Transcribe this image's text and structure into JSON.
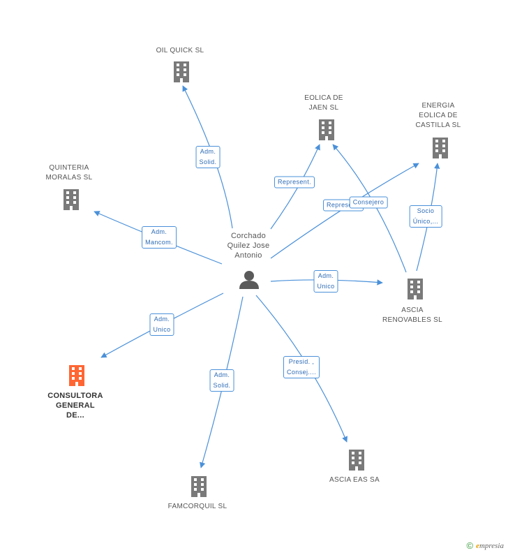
{
  "colors": {
    "edge": "#4a90d9",
    "building": "#7a7a7a",
    "highlight": "#ff6633",
    "person": "#5a5a5a"
  },
  "center": {
    "id": "person",
    "label": "Corchado\nQuilez Jose\nAntonio"
  },
  "nodes": [
    {
      "id": "oil-quick",
      "label": "OIL QUICK SL"
    },
    {
      "id": "eolica-jaen",
      "label": "EOLICA DE\nJAEN SL"
    },
    {
      "id": "energia-eolica",
      "label": "ENERGIA\nEOLICA DE\nCASTILLA SL"
    },
    {
      "id": "quinteria",
      "label": "QUINTERIA\nMORALAS SL"
    },
    {
      "id": "ascia-renovables",
      "label": "ASCIA\nRENOVABLES SL"
    },
    {
      "id": "consultora",
      "label": "CONSULTORA\nGENERAL\nDE..."
    },
    {
      "id": "famcorquil",
      "label": "FAMCORQUIL SL"
    },
    {
      "id": "ascia-eas",
      "label": "ASCIA EAS SA"
    }
  ],
  "edges": [
    {
      "label": "Adm.\nSolid."
    },
    {
      "label": "Represent."
    },
    {
      "label": "Represent."
    },
    {
      "label": "Adm.\nMancom."
    },
    {
      "label": "Adm.\nUnico"
    },
    {
      "label": "Adm.\nUnico"
    },
    {
      "label": "Adm.\nSolid."
    },
    {
      "label": "Presid. ,\nConsej...."
    },
    {
      "label": "Consejero"
    },
    {
      "label": "Socio\nÚnico,..."
    }
  ],
  "footer": {
    "copyright": "©",
    "brand_initial": "e",
    "brand_rest": "mpresia"
  }
}
